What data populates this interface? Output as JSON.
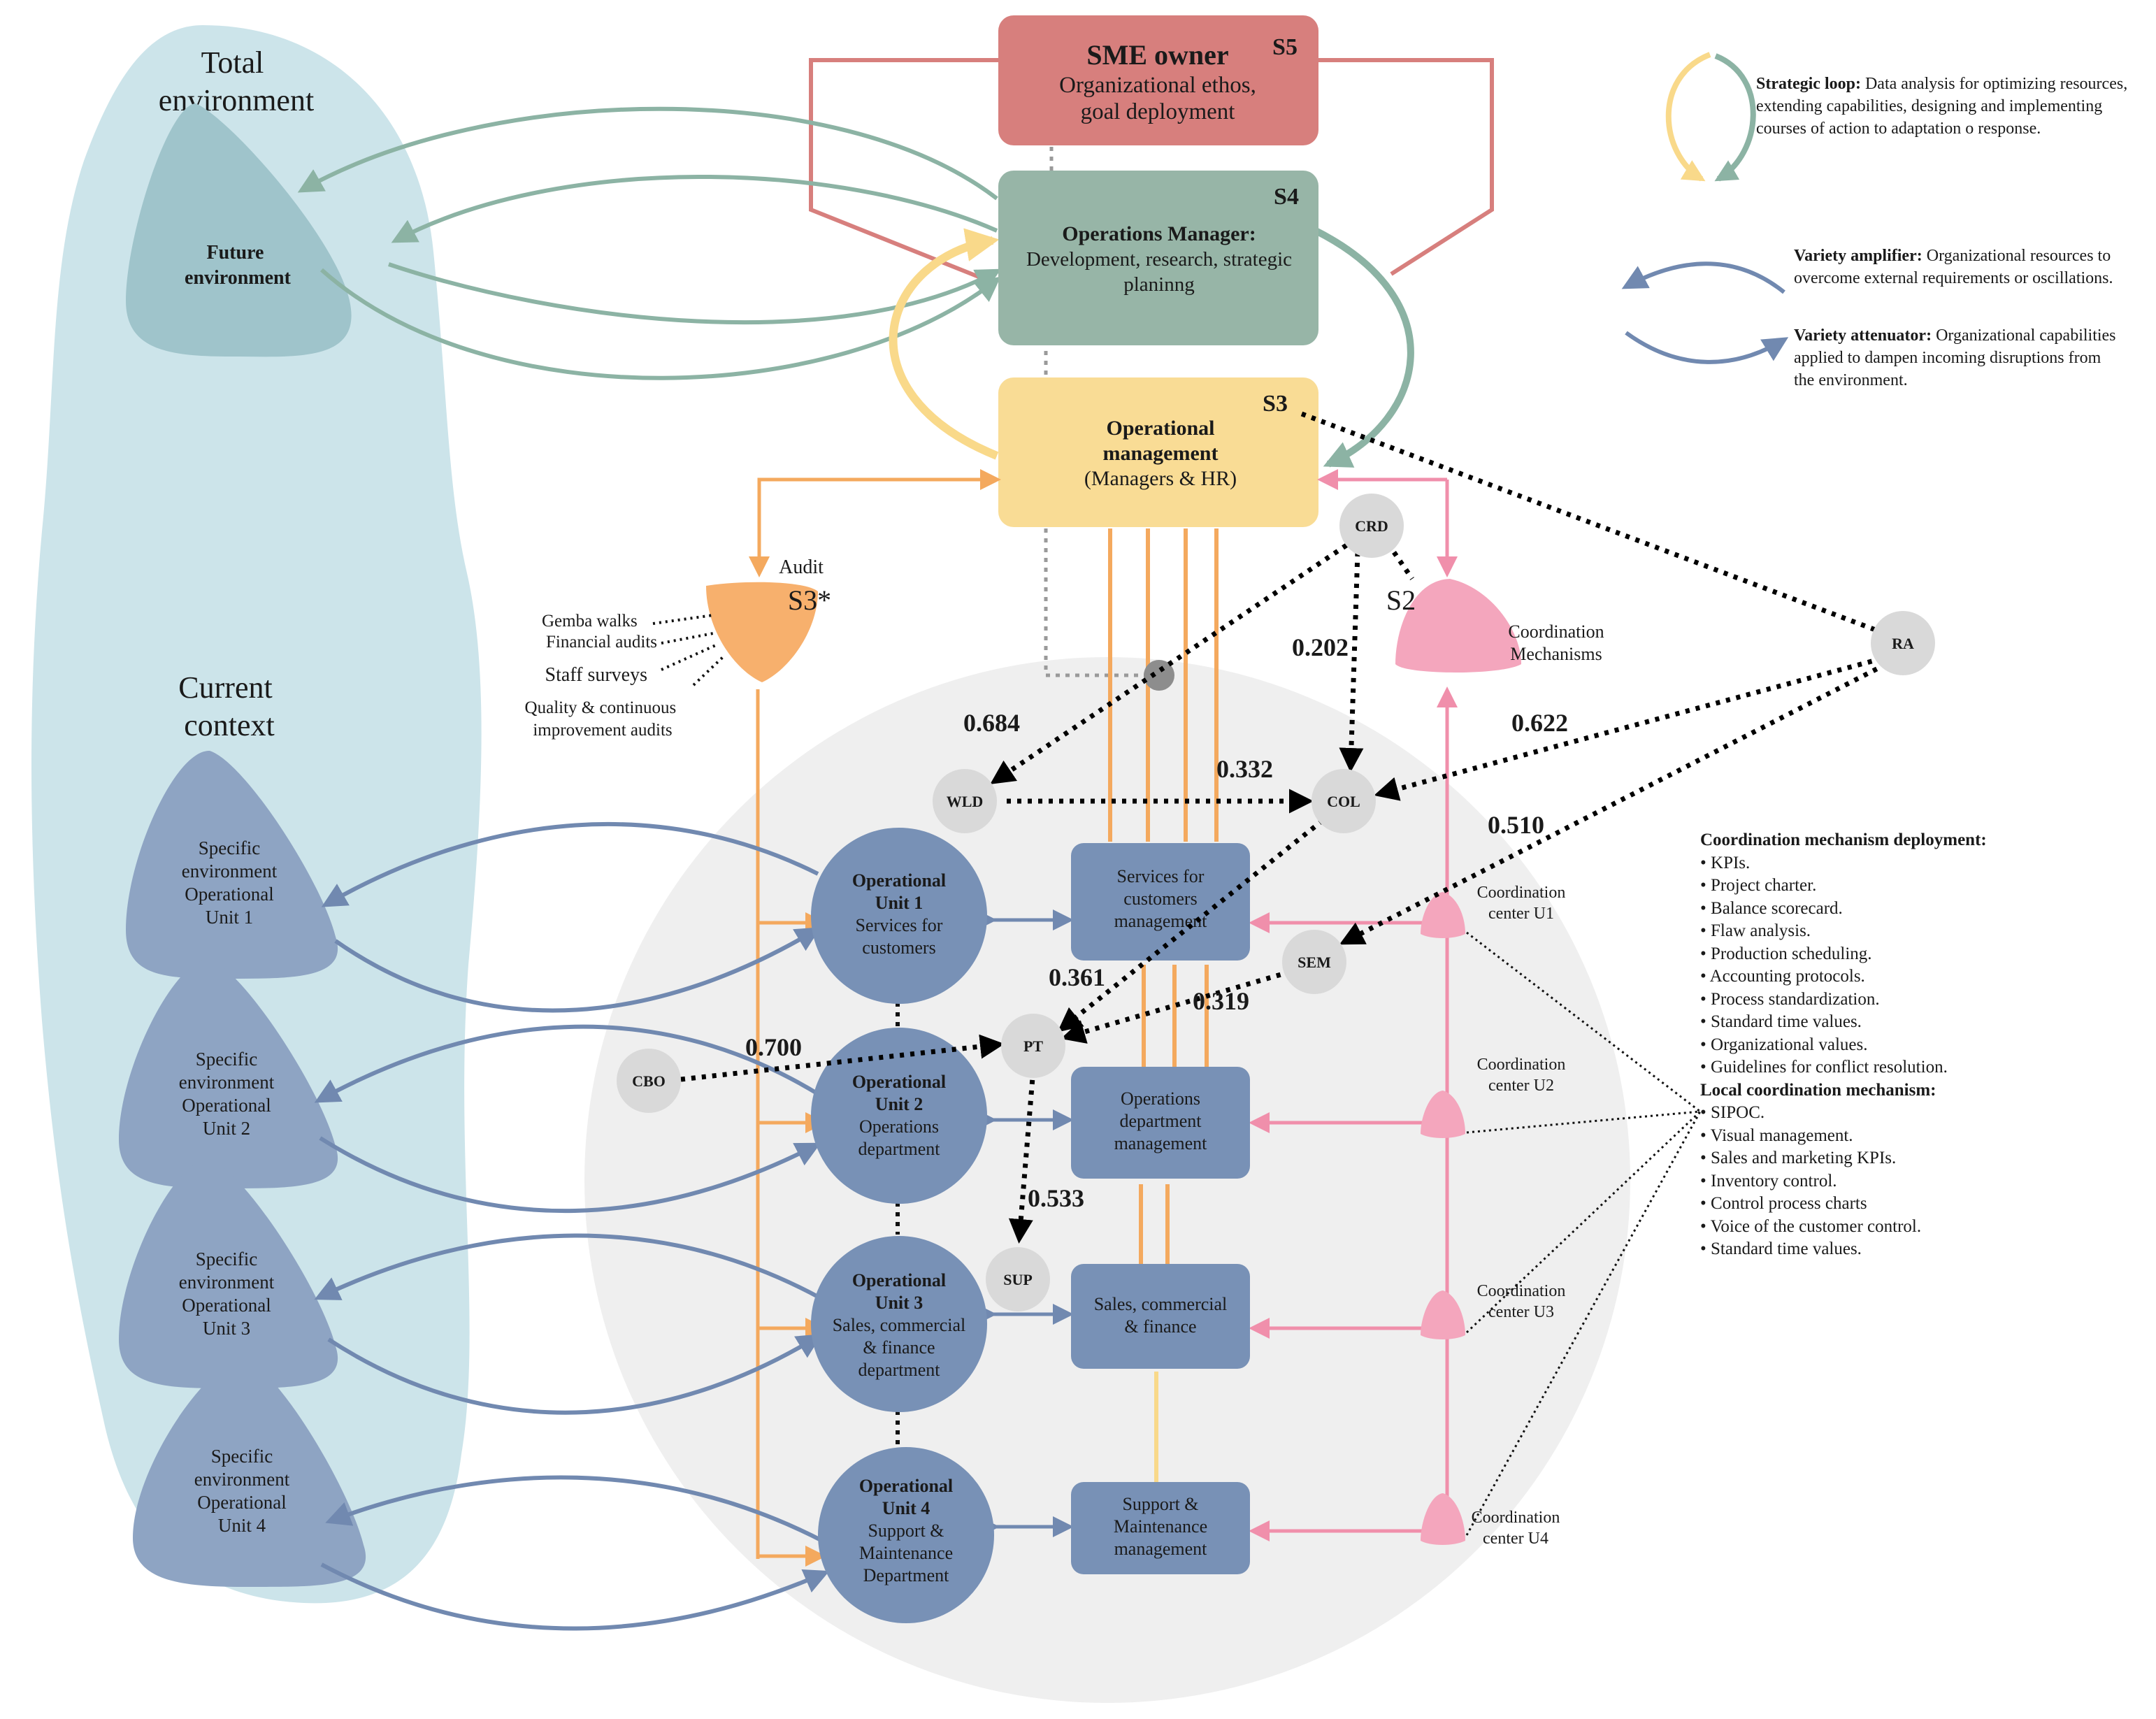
{
  "environment": {
    "total_title_line1": "Total",
    "total_title_line2": "environment",
    "future_line1": "Future",
    "future_line2": "environment",
    "current_line1": "Current",
    "current_line2": "context",
    "specific": [
      {
        "l1": "Specific",
        "l2": "environment",
        "l3": "Operational",
        "l4": "Unit 1"
      },
      {
        "l1": "Specific",
        "l2": "environment",
        "l3": "Operational",
        "l4": "Unit 2"
      },
      {
        "l1": "Specific",
        "l2": "environment",
        "l3": "Operational",
        "l4": "Unit 3"
      },
      {
        "l1": "Specific",
        "l2": "environment",
        "l3": "Operational",
        "l4": "Unit 4"
      }
    ]
  },
  "systems": {
    "s5": {
      "tag": "S5",
      "title": "SME owner",
      "line1": "Organizational ethos,",
      "line2": "goal deployment"
    },
    "s4": {
      "tag": "S4",
      "title": "Operations Manager:",
      "line1": "Development, research, strategic",
      "line2": "planinng"
    },
    "s3": {
      "tag": "S3",
      "title1": "Operational",
      "title2": "management",
      "line1": "(Managers & HR)"
    },
    "s3star": {
      "label": "Audit",
      "tag": "S3*",
      "items": [
        "Gemba walks",
        "Financial audits",
        "Staff surveys",
        "Quality & continuous",
        "improvement audits"
      ]
    },
    "s2": {
      "tag": "S2",
      "line1": "Coordination",
      "line2": "Mechanisms"
    }
  },
  "units": [
    {
      "l1": "Operational",
      "l2": "Unit 1",
      "l3": "Services for",
      "l4": "customers",
      "l5": ""
    },
    {
      "l1": "Operational",
      "l2": "Unit 2",
      "l3": "Operations",
      "l4": "department",
      "l5": ""
    },
    {
      "l1": "Operational",
      "l2": "Unit 3",
      "l3": "Sales, commercial",
      "l4": "& finance",
      "l5": "department"
    },
    {
      "l1": "Operational",
      "l2": "Unit 4",
      "l3": "Support &",
      "l4": "Maintenance",
      "l5": "Department"
    }
  ],
  "management_boxes": [
    {
      "l1": "Services for",
      "l2": "customers",
      "l3": "management"
    },
    {
      "l1": "Operations",
      "l2": "department",
      "l3": "management"
    },
    {
      "l1": "Sales, commercial",
      "l2": "& finance",
      "l3": ""
    },
    {
      "l1": "Support &",
      "l2": "Maintenance",
      "l3": "management"
    }
  ],
  "coordination_centers": [
    {
      "l1": "Coordination",
      "l2": "center U1"
    },
    {
      "l1": "Coordination",
      "l2": "center U2"
    },
    {
      "l1": "Coordination",
      "l2": "center U3"
    },
    {
      "l1": "Coordination",
      "l2": "center U4"
    }
  ],
  "nodes": {
    "crd": "CRD",
    "ra": "RA",
    "wld": "WLD",
    "col": "COL",
    "sem": "SEM",
    "pt": "PT",
    "cbo": "CBO",
    "sup": "SUP"
  },
  "coefficients": {
    "crd_wld": "0.684",
    "crd_col": "0.202",
    "wld_col": "0.332",
    "ra_col": "0.622",
    "ra_sem": "0.510",
    "col_pt": "0.361",
    "sem_pt": "0.319",
    "cbo_pt": "0.700",
    "pt_sup": "0.533"
  },
  "legend": {
    "strategic_bold": "Strategic loop:",
    "strategic_text": "Data analysis for optimizing resources, extending capabilities, designing and implementing courses of action to adaptation o response.",
    "amplifier_bold": "Variety amplifier:",
    "amplifier_text": "Organizational resources to overcome external requirements or oscillations.",
    "attenuator_bold": "Variety attenuator:",
    "attenuator_text": "Organizational capabilities applied to dampen incoming disruptions from the environment."
  },
  "coordination_list": {
    "heading1": "Coordination mechanism deployment:",
    "items1": [
      "KPIs.",
      "Project charter.",
      "Balance scorecard.",
      "Flaw analysis.",
      "Production scheduling.",
      "Accounting protocols.",
      "Process standardization.",
      "Standard time values.",
      "Organizational values.",
      "Guidelines for conflict resolution."
    ],
    "heading2": "Local coordination mechanism:",
    "items2": [
      "SIPOC.",
      "Visual management.",
      "Sales and marketing KPIs.",
      "Inventory control.",
      "Control process charts",
      "Voice of the customer control.",
      "Standard time values."
    ]
  },
  "colors": {
    "total_env": "#cce4ea",
    "future_env": "#9fc4cb",
    "specific_env": "#8ea4c3",
    "s5": "#d77f7d",
    "s4": "#97b5a7",
    "s3": "#f9dc95",
    "audit": "#f7b06d",
    "coordination": "#f4a6bd",
    "unit": "#7891b6",
    "node": "#d9d9d9",
    "current_context_circle": "#efefef"
  }
}
